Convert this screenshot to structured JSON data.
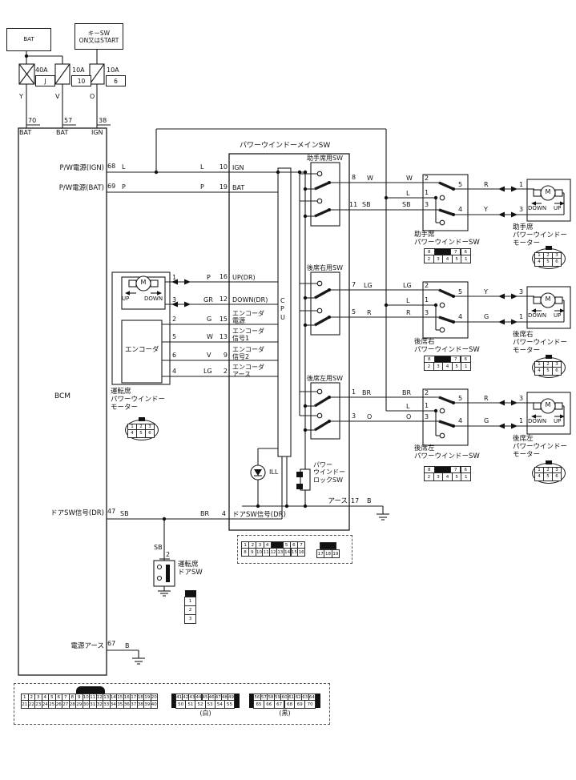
{
  "battery_label": "BAT",
  "key_switch_label": "キーSW\nON又はSTART",
  "fuses": {
    "f1": {
      "rating": "40A",
      "code": "J",
      "wire": "Y",
      "pin": "70",
      "terminal": "BAT"
    },
    "f2": {
      "rating": "10A",
      "code": "10",
      "wire": "V",
      "pin": "57",
      "terminal": "BAT"
    },
    "f3": {
      "rating": "10A",
      "code": "6",
      "wire": "O",
      "pin": "38",
      "terminal": "IGN"
    }
  },
  "bcm": {
    "label": "BCM",
    "pw_ign": {
      "label": "P/W電源(IGN)",
      "pin": "68",
      "wire": "L"
    },
    "pw_bat": {
      "label": "P/W電源(BAT)",
      "pin": "69",
      "wire": "P"
    },
    "door_signal": {
      "label": "ドアSW信号(DR)",
      "pin": "47",
      "wire_left": "SB",
      "wire_right": "BR"
    },
    "power_ground": {
      "label": "電源アース",
      "pin": "67",
      "wire": "B"
    }
  },
  "driver_motor": {
    "m": "M",
    "up": "UP",
    "down": "DOWN",
    "encoder": "エンコーダ",
    "name": "運転席\nパワーウインドー\nモーター",
    "pin1": "1",
    "wire1": "P",
    "pin3": "3",
    "wire3": "GR",
    "pin2": "2",
    "wire2": "G",
    "pin5": "5",
    "wire5": "W",
    "pin6": "6",
    "wire6": "V",
    "pin4": "4",
    "wire4": "LG"
  },
  "main_sw": {
    "title": "パワーウインドーメインSW",
    "cpu": "CPU",
    "ill": "ILL",
    "lock_sw": "パワー\nウインドー\nロックSW",
    "pin10_no": "10",
    "pin10": "IGN",
    "pin19_no": "19",
    "pin19": "BAT",
    "pin16_no": "16",
    "pin16": "UP(DR)",
    "pin12_no": "12",
    "pin12": "DOWN(DR)",
    "pin15_no": "15",
    "pin15": "エンコーダ\n電源",
    "pin13_no": "13",
    "pin13": "エンコーダ\n信号1",
    "pin9_no": "9",
    "pin9": "エンコーダ\n信号2",
    "pin2_no": "2",
    "pin2": "エンコーダ\nアース",
    "pin4_no": "4",
    "pin4": "ドアSW信号(DR)",
    "pin17_no": "17",
    "pin17": "アース",
    "pin17_wire": "B",
    "front_sw_title": "助手席用SW",
    "front_pin_a": "8",
    "front_pin_b": "11",
    "rear_right_sw_title": "後席右用SW",
    "rr_pin_a": "7",
    "rr_pin_b": "5",
    "rear_left_sw_title": "後席左用SW",
    "rl_pin_a": "1",
    "rl_pin_b": "3",
    "connector_a_top": [
      "1",
      "2",
      "3",
      "4",
      "■",
      "5",
      "6",
      "7"
    ],
    "connector_a_bottom": [
      "8",
      "9",
      "10",
      "11",
      "12",
      "13",
      "14",
      "15",
      "16"
    ],
    "connector_b_top": [
      "■"
    ],
    "connector_b_bottom": [
      "17",
      "18",
      "19"
    ]
  },
  "branches": {
    "front": {
      "in_a": "W",
      "in_l": "L",
      "in_b": "SB",
      "sw_pin_2": "2",
      "sw_pin_1": "1",
      "sw_pin_3": "3",
      "sw_pin_5": "5",
      "sw_pin_4": "4",
      "out_a": "R",
      "out_b": "Y",
      "sw_name": "助手席\nパワーウインドーSW",
      "motor_pin_a": "1",
      "motor_pin_b": "3",
      "motor_name": "助手席\nパワーウインドー\nモーター",
      "m": "M",
      "down": "DOWN",
      "up": "UP"
    },
    "rear_right": {
      "in_a": "LG",
      "in_l": "L",
      "in_b": "R",
      "sw_pin_2": "2",
      "sw_pin_1": "1",
      "sw_pin_3": "3",
      "sw_pin_5": "5",
      "sw_pin_4": "4",
      "out_a": "Y",
      "out_b": "G",
      "sw_name": "後席右\nパワーウインドーSW",
      "motor_pin_a": "3",
      "motor_pin_b": "1",
      "motor_name": "後席右\nパワーウインドー\nモーター",
      "m": "M",
      "down": "DOWN",
      "up": "UP"
    },
    "rear_left": {
      "in_a": "BR",
      "in_l": "L",
      "in_b": "O",
      "sw_pin_2": "2",
      "sw_pin_1": "1",
      "sw_pin_3": "3",
      "sw_pin_5": "5",
      "sw_pin_4": "4",
      "out_a": "R",
      "out_b": "G",
      "sw_name": "後席左\nパワーウインドーSW",
      "motor_pin_a": "3",
      "motor_pin_b": "1",
      "motor_name": "後席左\nパワーウインドー\nモーター",
      "m": "M",
      "down": "DOWN",
      "up": "UP"
    }
  },
  "door_sw": {
    "wire": "SB",
    "pin": "2",
    "name": "運転席\nドアSW",
    "connector": [
      "1",
      "2",
      "3"
    ]
  },
  "oval_connector": {
    "top": [
      "1",
      "2",
      "3"
    ],
    "bottom": [
      "4",
      "5",
      "6"
    ]
  },
  "sw_connector": {
    "top": [
      "8",
      "■",
      "7",
      "6"
    ],
    "bottom": [
      "2",
      "3",
      "4",
      "5",
      "1"
    ]
  },
  "bottom_connectors": {
    "strip1_top": [
      "1",
      "2",
      "3",
      "4",
      "5",
      "6",
      "7",
      "8",
      "9",
      "10",
      "11",
      "12",
      "13",
      "14",
      "15",
      "16",
      "17",
      "18",
      "19",
      "20"
    ],
    "strip1_bottom": [
      "21",
      "22",
      "23",
      "24",
      "25",
      "26",
      "27",
      "28",
      "29",
      "30",
      "31",
      "32",
      "33",
      "34",
      "35",
      "36",
      "37",
      "38",
      "39",
      "40"
    ],
    "white_top": [
      "41",
      "42",
      "43",
      "44",
      "45",
      "46",
      "47",
      "48",
      "49"
    ],
    "white_bottom": [
      "50",
      "51",
      "52",
      "53",
      "54",
      "55"
    ],
    "white_label": "(白)",
    "black_top": [
      "56",
      "57",
      "58",
      "59",
      "60",
      "61",
      "62",
      "63",
      "64"
    ],
    "black_bottom": [
      "65",
      "66",
      "67",
      "68",
      "69",
      "70"
    ],
    "black_label": "(黒)"
  }
}
